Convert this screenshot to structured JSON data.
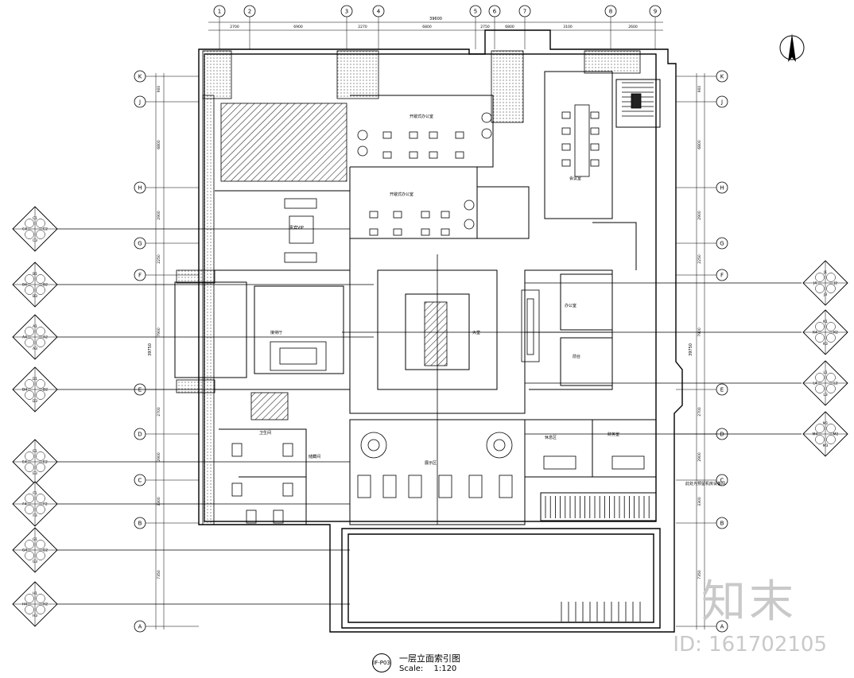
{
  "drawing": {
    "title": "一层立面索引图",
    "scale_label": "Scale:",
    "scale_value": "1:120",
    "sheet_ref": "IF-P03"
  },
  "grid_top": [
    "1",
    "2",
    "3",
    "4",
    "5",
    "6",
    "7",
    "8",
    "9"
  ],
  "grid_side": [
    "K",
    "J",
    "H",
    "G",
    "F",
    "E",
    "D",
    "C",
    "B",
    "A"
  ],
  "dims_top": [
    "2700",
    "6900",
    "2270",
    "6800",
    "2750",
    "6800",
    "3100",
    "2600"
  ],
  "dims_top_total": "39600",
  "dims_left": [
    "900",
    "6800",
    "2900",
    "2250",
    "7900",
    "2700",
    "2900",
    "3300",
    "7350"
  ],
  "dims_left_total": "39750",
  "rooms": [
    {
      "id": "office-north",
      "label": "开敞式办公室"
    },
    {
      "id": "office-mid",
      "label": "开敞式办公室"
    },
    {
      "id": "meeting",
      "label": "会议室"
    },
    {
      "id": "vip",
      "label": "贵宾VIP"
    },
    {
      "id": "lobby",
      "label": "大堂"
    },
    {
      "id": "hall",
      "label": "接待厅"
    },
    {
      "id": "exhibit",
      "label": "展示区"
    },
    {
      "id": "lounge",
      "label": "休息区"
    },
    {
      "id": "toilet",
      "label": "卫生间"
    },
    {
      "id": "storage",
      "label": "储藏间"
    },
    {
      "id": "finance",
      "label": "财务室"
    },
    {
      "id": "office-sw",
      "label": "办公室"
    },
    {
      "id": "reception",
      "label": "前台"
    }
  ],
  "index_tags_left": [
    [
      "C1",
      "C2",
      "C3",
      "C4"
    ],
    [
      "B1",
      "B2",
      "B3",
      "B4"
    ],
    [
      "A1",
      "A2",
      "A3",
      "A4"
    ],
    [
      "D1",
      "D2",
      "D3",
      "D4"
    ],
    [
      "E1",
      "E2",
      "E3",
      "E4"
    ],
    [
      "F1",
      "F2",
      "F3",
      "F4"
    ],
    [
      "G1",
      "G2",
      "G3",
      "G4"
    ],
    [
      "H1",
      "H2",
      "H3",
      "H4"
    ]
  ],
  "index_tags_right": [
    [
      "J1",
      "J2",
      "J3",
      "J4"
    ],
    [
      "K1",
      "K2",
      "K3",
      "K4"
    ],
    [
      "L1",
      "L2",
      "L3",
      "L4"
    ],
    [
      "M1",
      "M2",
      "M3",
      "M4"
    ]
  ],
  "note_right": "此处为预留机房设备间",
  "watermark": {
    "logo": "知末",
    "id": "ID: 161702105"
  },
  "colors": {
    "line": "#000000",
    "hatch": "#555555",
    "watermark": "#c9c9c9"
  }
}
